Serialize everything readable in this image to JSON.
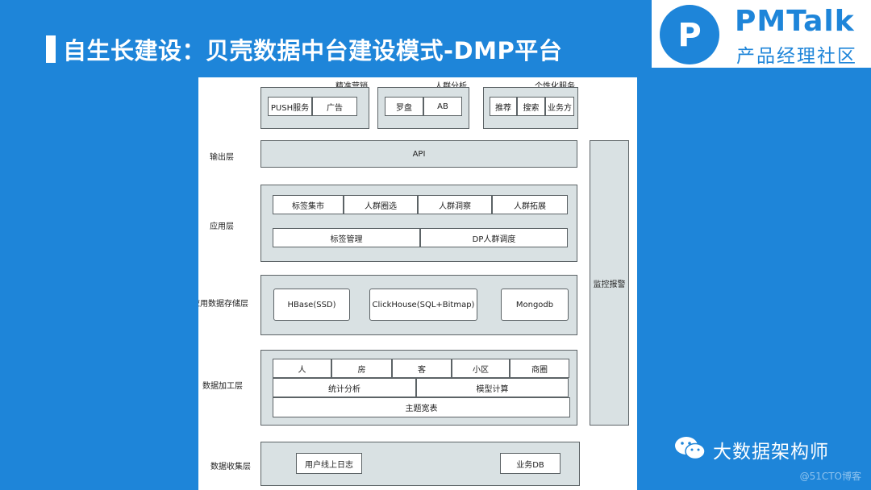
{
  "slide": {
    "title": "自生长建设：贝壳数据中台建设模式-DMP平台"
  },
  "logo": {
    "name": "PMTalk",
    "subtitle": "产品经理社区",
    "color": "#1e85d9"
  },
  "diagram": {
    "groups": [
      {
        "title": "精准营销",
        "items": [
          "PUSH服务",
          "广告"
        ]
      },
      {
        "title": "人群分析",
        "items": [
          "罗盘",
          "AB"
        ]
      },
      {
        "title": "个性化服务",
        "items": [
          "推荐",
          "搜索",
          "业务方"
        ]
      }
    ],
    "layers": {
      "output": {
        "label": "输出层",
        "api": "API"
      },
      "application": {
        "label": "应用层",
        "row1": [
          "标签集市",
          "人群圈选",
          "人群洞察",
          "人群拓展"
        ],
        "row2": [
          "标签管理",
          "DP人群调度"
        ]
      },
      "storage": {
        "label": "应用数据存储层",
        "items": [
          "HBase(SSD)",
          "ClickHouse(SQL+Bitmap)",
          "Mongodb"
        ]
      },
      "processing": {
        "label": "数据加工层",
        "row1": [
          "人",
          "房",
          "客",
          "小区",
          "商圈"
        ],
        "row2": [
          "统计分析",
          "模型计算"
        ],
        "row3": "主题宽表"
      },
      "collection": {
        "label": "数据收集层",
        "items": [
          "用户线上日志",
          "业务DB"
        ]
      }
    },
    "monitor": "监控报警"
  },
  "footer": {
    "wechat_name": "大数据架构师",
    "watermark": "@51CTO博客"
  }
}
